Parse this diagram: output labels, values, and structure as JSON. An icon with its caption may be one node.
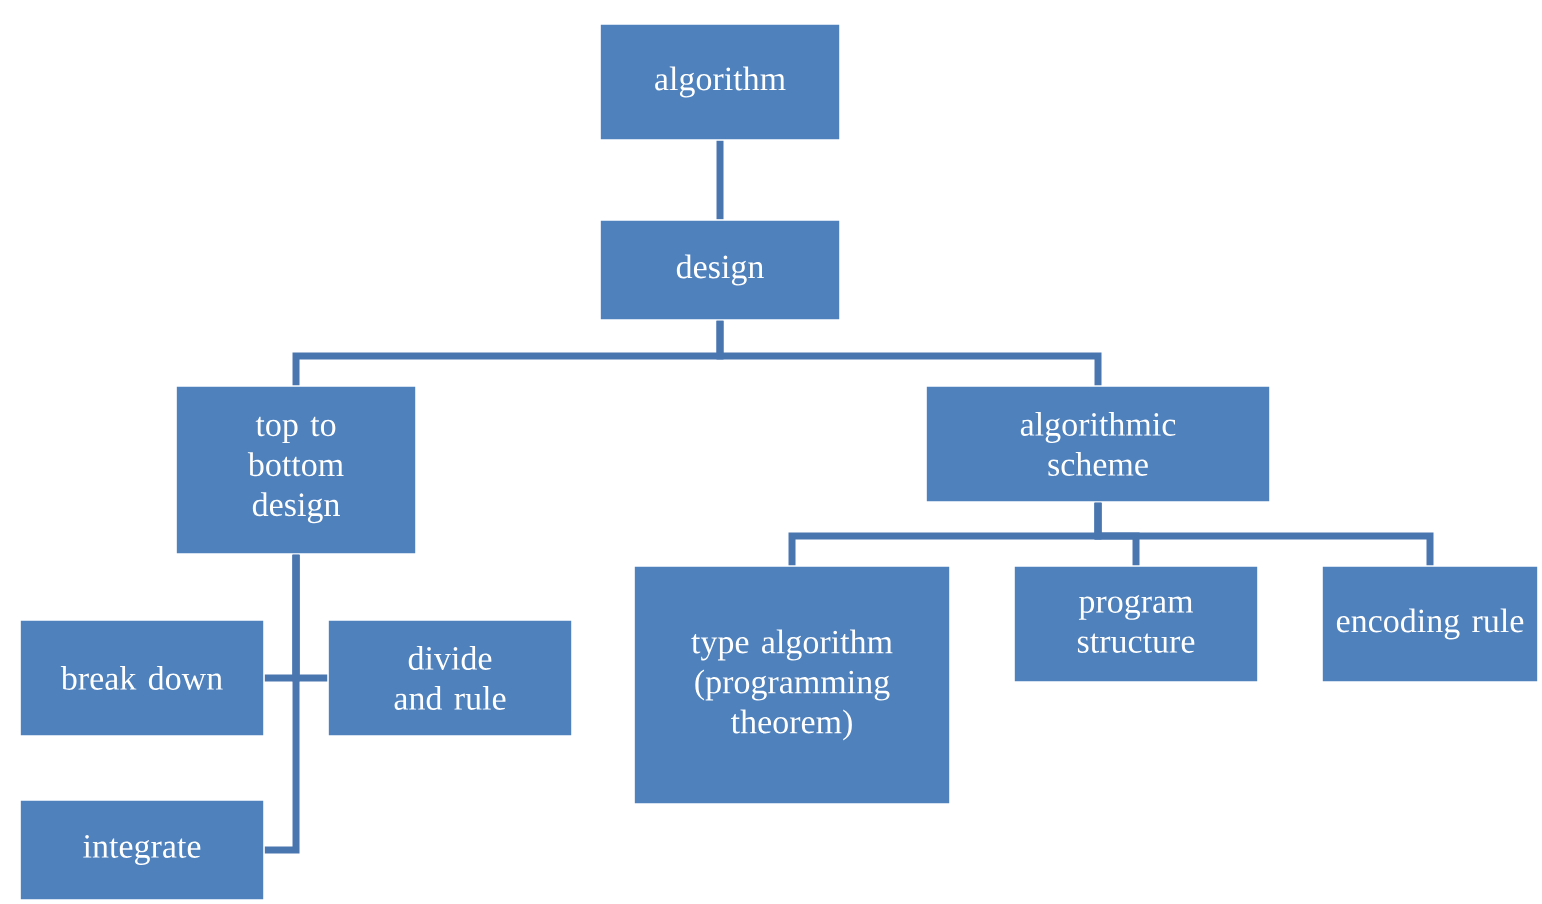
{
  "diagram": {
    "nodes": [
      {
        "text": [
          "algorithm"
        ]
      },
      {
        "text": [
          "design"
        ]
      },
      {
        "text": [
          "top to bottom design"
        ]
      },
      {
        "text": [
          "algorithmic scheme"
        ]
      },
      {
        "text": [
          "break down"
        ]
      },
      {
        "text": [
          "divide and rule"
        ]
      },
      {
        "text": [
          "integrate"
        ]
      },
      {
        "text": [
          "type algorithm (programming theorem)"
        ]
      },
      {
        "text": [
          "program structure"
        ]
      },
      {
        "text": [
          "encoding rule"
        ]
      }
    ],
    "edges": [
      {
        "from": 0,
        "to": 1,
        "arrow": "none"
      },
      {
        "from": 1,
        "to": 2,
        "arrow": "none"
      },
      {
        "from": 1,
        "to": 3,
        "arrow": "none"
      },
      {
        "from": 2,
        "to": 4,
        "arrow": "none"
      },
      {
        "from": 2,
        "to": 5,
        "arrow": "none"
      },
      {
        "from": 2,
        "to": 6,
        "arrow": "none"
      },
      {
        "from": 3,
        "to": 7,
        "arrow": "none"
      },
      {
        "from": 3,
        "to": 8,
        "arrow": "none"
      },
      {
        "from": 3,
        "to": 9,
        "arrow": "none"
      }
    ]
  }
}
